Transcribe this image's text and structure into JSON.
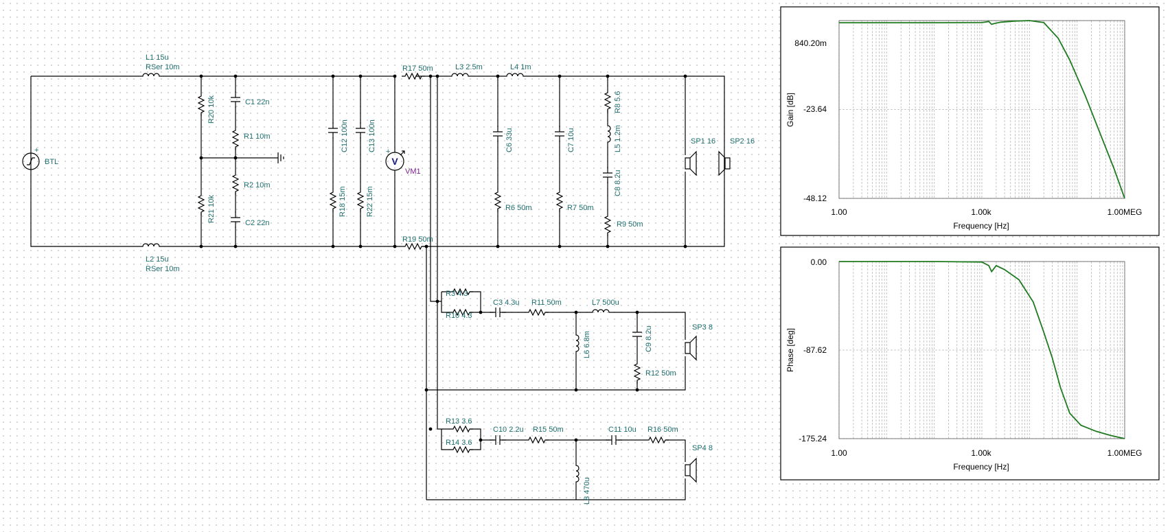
{
  "schematic": {
    "labels": {
      "L1": "L1 15u",
      "L1s": "RSer 10m",
      "L2": "L2 15u",
      "L2s": "RSer 10m",
      "BTL": "BTL",
      "R20": "R20 10k",
      "R21": "R21 10k",
      "C1": "C1 22n",
      "C2": "C2 22n",
      "R1": "R1 10m",
      "R2": "R2 10m",
      "C12": "C12 100n",
      "C13": "C13 100n",
      "R18": "R18 15m",
      "R22": "R22 15m",
      "VM1": "VM1",
      "V": "V",
      "R17": "R17 50m",
      "R19": "R19 50m",
      "L3": "L3 2.5m",
      "L4": "L4 1m",
      "C6": "C6 33u",
      "C7": "C7 10u",
      "R6": "R6 50m",
      "R7": "R7 50m",
      "R8": "R8 5.6",
      "L5": "L5 1.2m",
      "C8": "C8 8.2u",
      "R9": "R9 50m",
      "SP1": "SP1 16",
      "SP2": "SP2 16",
      "R3": "R3 4.3",
      "R10": "R10 4.3",
      "C3": "C3 4.3u",
      "R11": "R11 50m",
      "L7": "L7 500u",
      "L6": "L6 6.8m",
      "C9": "C9 8.2u",
      "R12": "R12 50m",
      "SP3": "SP3 8",
      "R13": "R13 3.6",
      "R14": "R14 3.6",
      "C10": "C10 2.2u",
      "R15": "R15 50m",
      "C11": "C11 10u",
      "R16": "R16 50m",
      "L8": "L8 470u",
      "SP4": "SP4 8"
    }
  },
  "charts": {
    "gain": {
      "ylabel": "Gain [dB]",
      "xlabel": "Frequency [Hz]",
      "yticks": [
        "840.20m",
        "-23.64",
        "-48.12"
      ],
      "xticks": [
        "1.00",
        "1.00k",
        "1.00MEG"
      ]
    },
    "phase": {
      "ylabel": "Phase [deg]",
      "xlabel": "Frequency [Hz]",
      "yticks": [
        "0.00",
        "-87.62",
        "-175.24"
      ],
      "xticks": [
        "1.00",
        "1.00k",
        "1.00MEG"
      ]
    }
  },
  "chart_data": [
    {
      "type": "line",
      "title": "",
      "xlabel": "Frequency [Hz]",
      "ylabel": "Gain [dB]",
      "x_scale": "log",
      "xlim": [
        1,
        1000000
      ],
      "ylim": [
        -48.12,
        0.8402
      ],
      "grid": true,
      "series": [
        {
          "x": [
            1,
            10,
            100,
            1000,
            1400,
            1600,
            1800,
            2500,
            5000,
            10000,
            20000,
            40000,
            70000,
            150000,
            300000,
            600000,
            1000000
          ],
          "y": [
            0.26,
            0.26,
            0.26,
            0.3,
            0.6,
            -0.2,
            0.0,
            0.4,
            0.7,
            0.84,
            0.3,
            -4.0,
            -10.0,
            -20.0,
            -30.0,
            -40.0,
            -48.12
          ]
        }
      ],
      "color": "#1e7a1e"
    },
    {
      "type": "line",
      "title": "",
      "xlabel": "Frequency [Hz]",
      "ylabel": "Phase [deg]",
      "x_scale": "log",
      "xlim": [
        1,
        1000000
      ],
      "ylim": [
        -175.24,
        0
      ],
      "grid": true,
      "series": [
        {
          "x": [
            1,
            10,
            100,
            1000,
            1400,
            1600,
            2000,
            3000,
            6000,
            12000,
            20000,
            30000,
            45000,
            70000,
            120000,
            250000,
            500000,
            1000000
          ],
          "y": [
            0,
            0,
            0,
            -0.5,
            -4,
            -10,
            -4,
            -8,
            -18,
            -40,
            -70,
            -95,
            -125,
            -150,
            -162,
            -168,
            -172,
            -175.24
          ]
        }
      ],
      "color": "#1e7a1e"
    }
  ]
}
